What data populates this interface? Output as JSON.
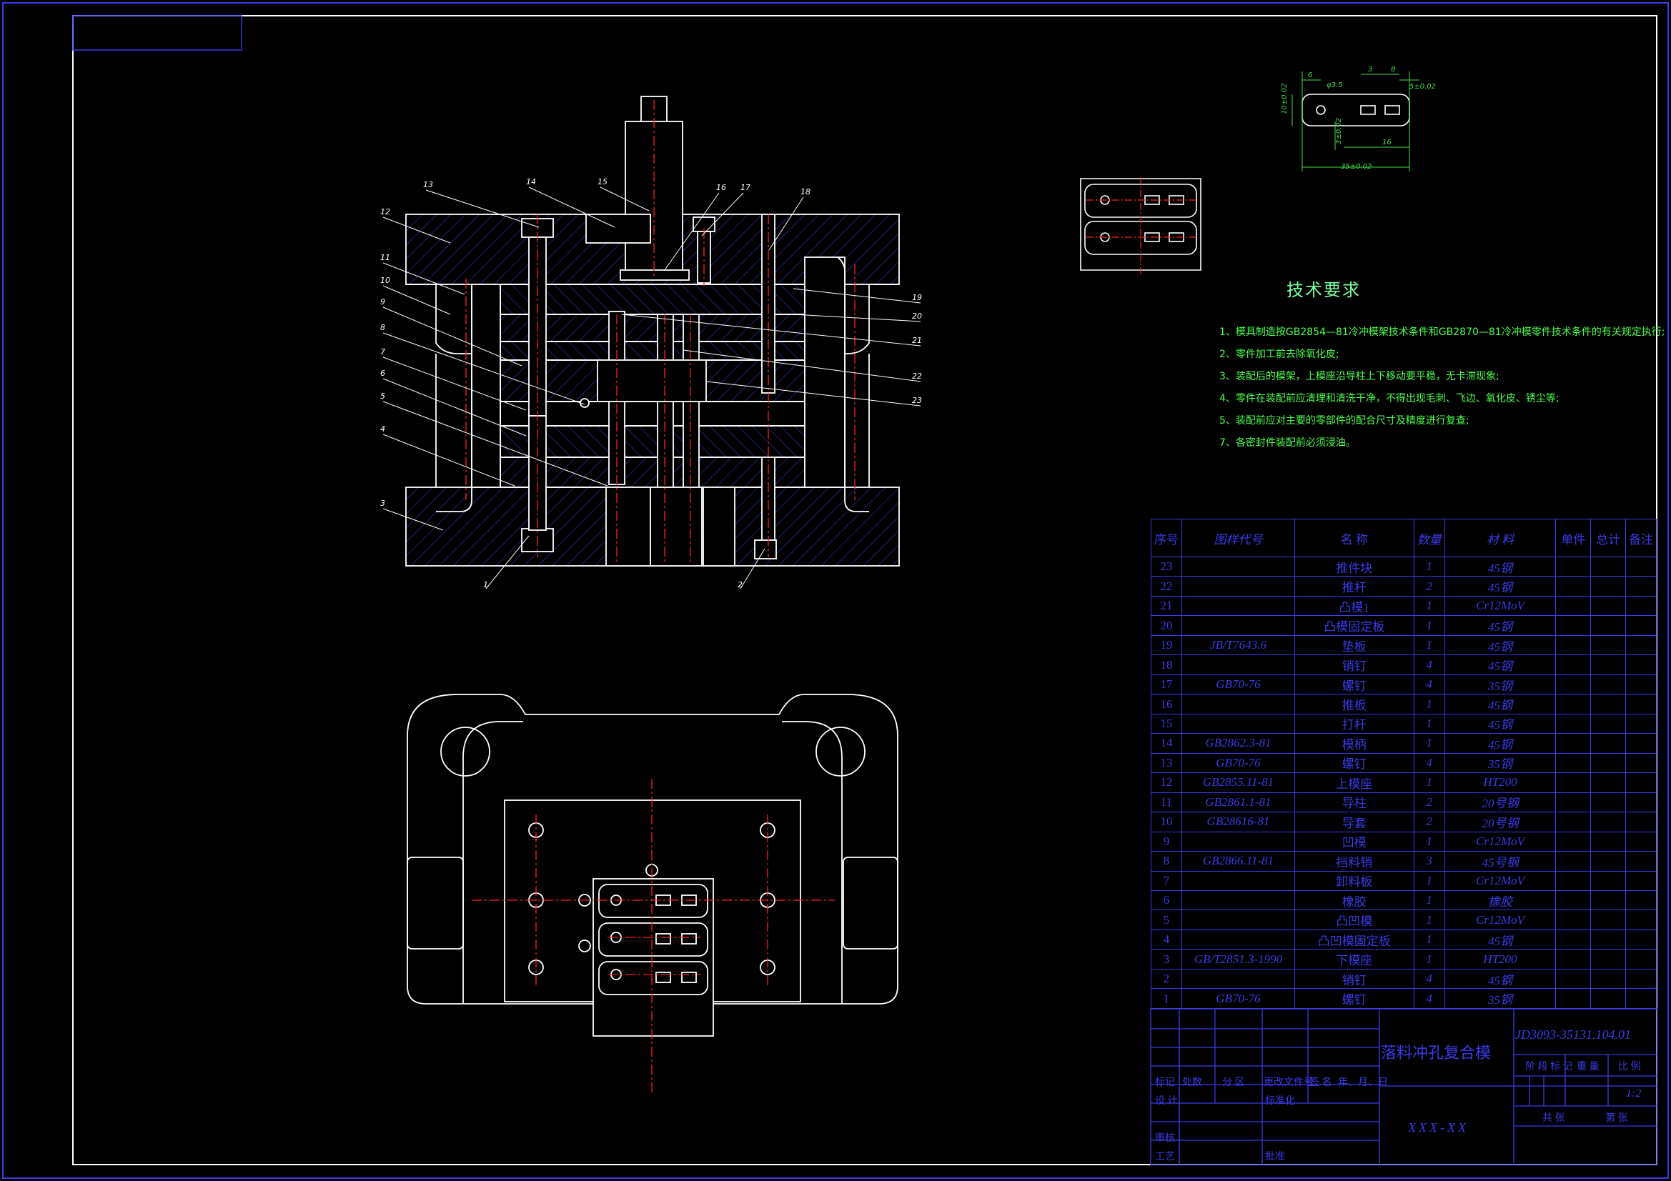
{
  "colors": {
    "background": "#000000",
    "frame": "#ffffff",
    "tables": "#3a3ae8",
    "centerlines": "#ff2020",
    "hatch": "#2d2db8",
    "tech_text": "#4cff4c",
    "dimensions": "#40e040"
  },
  "leaders": {
    "top": [
      "13",
      "14",
      "15",
      "16",
      "17",
      "18"
    ],
    "left": [
      "12",
      "11",
      "10",
      "9",
      "8",
      "7",
      "6",
      "5",
      "4",
      "3"
    ],
    "right": [
      "19",
      "20",
      "21",
      "22",
      "23"
    ],
    "bottom": [
      "1",
      "2"
    ]
  },
  "part_dims": {
    "d1": "6",
    "d2": "φ3.5",
    "d3": "3",
    "d4": "8",
    "d5": "5±0.02",
    "d6": "10±0.02",
    "d7": "3±0.02",
    "d8": "16",
    "d9": "35±0.02"
  },
  "tech": {
    "title": "技术要求",
    "items": [
      "1、模具制造按GB2854—81冷冲模架技术条件和GB2870—81冷冲模零件技术条件的有关规定执行;",
      "2、零件加工前去除氧化皮;",
      "3、装配后的模架，上模座沿导柱上下移动要平稳，无卡滞现象;",
      "4、零件在装配前应清理和清洗干净，不得出现毛刺、飞边、氧化皮、锈尘等;",
      "5、装配前应对主要的零部件的配合尺寸及精度进行复查;",
      "7、各密封件装配前必须浸油。"
    ]
  },
  "bom": {
    "header": {
      "no": "序号",
      "code": "图样代号",
      "name": "名 称",
      "qty": "数量",
      "material": "材 料",
      "weight_single": "单件",
      "weight_total": "总计",
      "weight": "重量",
      "remark": "备注"
    },
    "rows": [
      {
        "no": "23",
        "code": "",
        "name": "推件块",
        "qty": "1",
        "material": "45钢"
      },
      {
        "no": "22",
        "code": "",
        "name": "推杆",
        "qty": "2",
        "material": "45钢"
      },
      {
        "no": "21",
        "code": "",
        "name": "凸模1",
        "qty": "1",
        "material": "Cr12MoV"
      },
      {
        "no": "20",
        "code": "",
        "name": "凸模固定板",
        "qty": "1",
        "material": "45钢"
      },
      {
        "no": "19",
        "code": "JB/T7643.6",
        "name": "垫板",
        "qty": "1",
        "material": "45钢"
      },
      {
        "no": "18",
        "code": "",
        "name": "销钉",
        "qty": "4",
        "material": "45钢"
      },
      {
        "no": "17",
        "code": "GB70-76",
        "name": "螺钉",
        "qty": "4",
        "material": "35钢"
      },
      {
        "no": "16",
        "code": "",
        "name": "推板",
        "qty": "1",
        "material": "45钢"
      },
      {
        "no": "15",
        "code": "",
        "name": "打杆",
        "qty": "1",
        "material": "45钢"
      },
      {
        "no": "14",
        "code": "GB2862.3-81",
        "name": "模柄",
        "qty": "1",
        "material": "45钢"
      },
      {
        "no": "13",
        "code": "GB70-76",
        "name": "螺钉",
        "qty": "4",
        "material": "35钢"
      },
      {
        "no": "12",
        "code": "GB2855.11-81",
        "name": "上模座",
        "qty": "1",
        "material": "HT200"
      },
      {
        "no": "11",
        "code": "GB2861.1-81",
        "name": "导柱",
        "qty": "2",
        "material": "20号钢"
      },
      {
        "no": "10",
        "code": "GB28616-81",
        "name": "导套",
        "qty": "2",
        "material": "20号钢"
      },
      {
        "no": "9",
        "code": "",
        "name": "凹模",
        "qty": "1",
        "material": "Cr12MoV"
      },
      {
        "no": "8",
        "code": "GB2866.11-81",
        "name": "挡料销",
        "qty": "3",
        "material": "45号钢"
      },
      {
        "no": "7",
        "code": "",
        "name": "卸料板",
        "qty": "1",
        "material": "Cr12MoV"
      },
      {
        "no": "6",
        "code": "",
        "name": "橡胶",
        "qty": "1",
        "material": "橡胶"
      },
      {
        "no": "5",
        "code": "",
        "name": "凸凹模",
        "qty": "1",
        "material": "Cr12MoV"
      },
      {
        "no": "4",
        "code": "",
        "name": "凸凹模固定板",
        "qty": "1",
        "material": "45钢"
      },
      {
        "no": "3",
        "code": "GB/T2851.3-1990",
        "name": "下模座",
        "qty": "1",
        "material": "HT200"
      },
      {
        "no": "2",
        "code": "",
        "name": "销钉",
        "qty": "4",
        "material": "45钢"
      },
      {
        "no": "1",
        "code": "GB70-76",
        "name": "螺钉",
        "qty": "4",
        "material": "35钢"
      }
    ]
  },
  "title_block": {
    "name": "落料冲孔复合模",
    "code": "JD3093-35131.104.01",
    "scale": "1:2",
    "company": "XXX-XX",
    "labels": {
      "mark": "标记",
      "count": "处数",
      "zone": "分 区",
      "change_doc": "更改文件号",
      "sign": "签 名",
      "date": "年、月、日",
      "design": "设 计",
      "standard": "标准化",
      "review": "审核",
      "process": "工艺",
      "approve": "批准",
      "stage": "阶 段 标 记",
      "weight": "重 量",
      "ratio": "比 例",
      "sheets": "共 张",
      "sheet": "第 张"
    }
  }
}
